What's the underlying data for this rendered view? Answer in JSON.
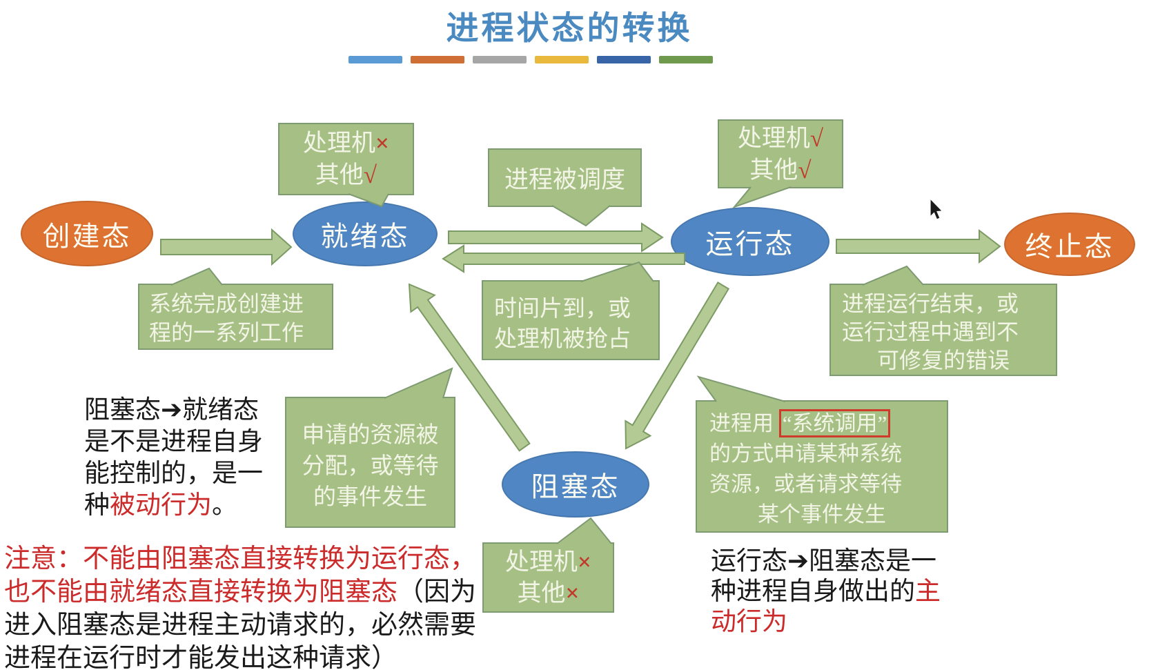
{
  "title": "进程状态的转换",
  "accent_bars": [
    "#5b9bd5",
    "#cf6e35",
    "#a6a6a6",
    "#e8b93c",
    "#3865a8",
    "#6f9a4d"
  ],
  "states": {
    "create": {
      "label": "创建态",
      "color": "#dd7231"
    },
    "ready": {
      "label": "就绪态",
      "color": "#4f86c3"
    },
    "running": {
      "label": "运行态",
      "color": "#4f86c3"
    },
    "terminated": {
      "label": "终止态",
      "color": "#dd7231"
    },
    "blocked": {
      "label": "阻塞态",
      "color": "#4f86c3"
    }
  },
  "callouts": {
    "ready_flags": {
      "label1": "处理机",
      "mark1": "×",
      "label2": "其他",
      "mark2": "√"
    },
    "scheduled": {
      "line1": "进程被调度"
    },
    "running_flags": {
      "label1": "处理机",
      "mark1": "√",
      "label2": "其他",
      "mark2": "√"
    },
    "create_work": {
      "line1": "系统完成创建进",
      "line2": "程的一系列工作"
    },
    "timeslice": {
      "line1": "时间片到，或",
      "line2": "处理机被抢占"
    },
    "terminate_reason": {
      "line1": "进程运行结束，或",
      "line2": "运行过程中遇到不",
      "line3": "可修复的错误"
    },
    "resource_alloc": {
      "line1": "申请的资源被",
      "line2": "分配，或等待",
      "line3": "的事件发生"
    },
    "syscall": {
      "line1_pre": "进程用",
      "line1_box": "“系统调用”",
      "line2": "的方式申请某种系统",
      "line3": "资源，或者请求等待",
      "line4": "某个事件发生"
    },
    "blocked_flags": {
      "label1": "处理机",
      "mark1": "×",
      "label2": "其他",
      "mark2": "×"
    }
  },
  "notes": {
    "passive": {
      "line1": "阻塞态➔就绪态",
      "line2": "是不是进程自身",
      "line3": "能控制的，是一",
      "line4_pre": "种",
      "line4_red": "被动行为",
      "line4_post": "。"
    },
    "warning": {
      "line1": "注意：不能由阻塞态直接转换为运行态，",
      "line2_red": "也不能由就绪态直接转换为阻塞态",
      "line2_black": "（因为",
      "line3": "进入阻塞态是进程主动请求的，必然需要",
      "line4": "进程在运行时才能发出这种请求）"
    },
    "active": {
      "line1": "运行态➔阻塞态是一",
      "line2_black": "种进程自身做出的",
      "line2_red": "主",
      "line3_red": "动行为"
    }
  },
  "colors": {
    "title_blue": "#4a8ac0",
    "state_blue": "#4f86c3",
    "state_orange": "#dd7231",
    "callout_green": "#a6bf85",
    "callout_border": "#7e9a70",
    "arrow_green": "#b3ca95",
    "arrow_border": "#7c9a63",
    "mark_red": "#c0392b",
    "note_red": "#cc2b2b",
    "syscall_box_red": "#cf3a2a"
  }
}
